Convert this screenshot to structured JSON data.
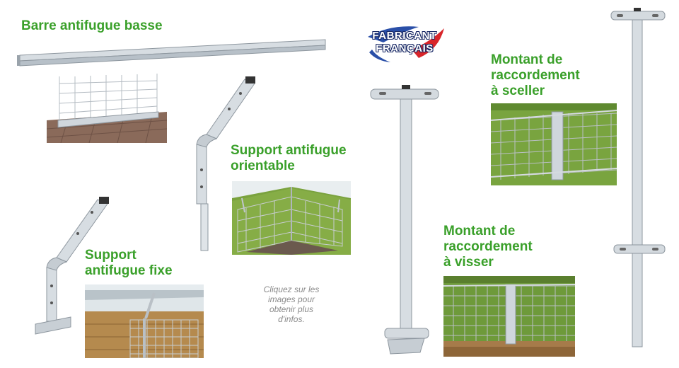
{
  "labels": {
    "barre": "Barre antifugue basse",
    "orientable": [
      "Support antifugue",
      "orientable"
    ],
    "fixe": [
      "Support",
      "antifugue fixe"
    ],
    "sceller": [
      "Montant de",
      "raccordement",
      "à sceller"
    ],
    "visser": [
      "Montant de",
      "raccordement",
      "à visser"
    ]
  },
  "logo": {
    "line1": "FABRICANT",
    "line2": "FRANÇAIS"
  },
  "note": [
    "Cliquez sur les",
    "images pour",
    "obtenir plus",
    "d'infos."
  ],
  "colors": {
    "label_green": "#3aa02a",
    "note_gray": "#8a8a8a",
    "metal": "#cfd6dc",
    "grass": "#6f9a3a"
  }
}
